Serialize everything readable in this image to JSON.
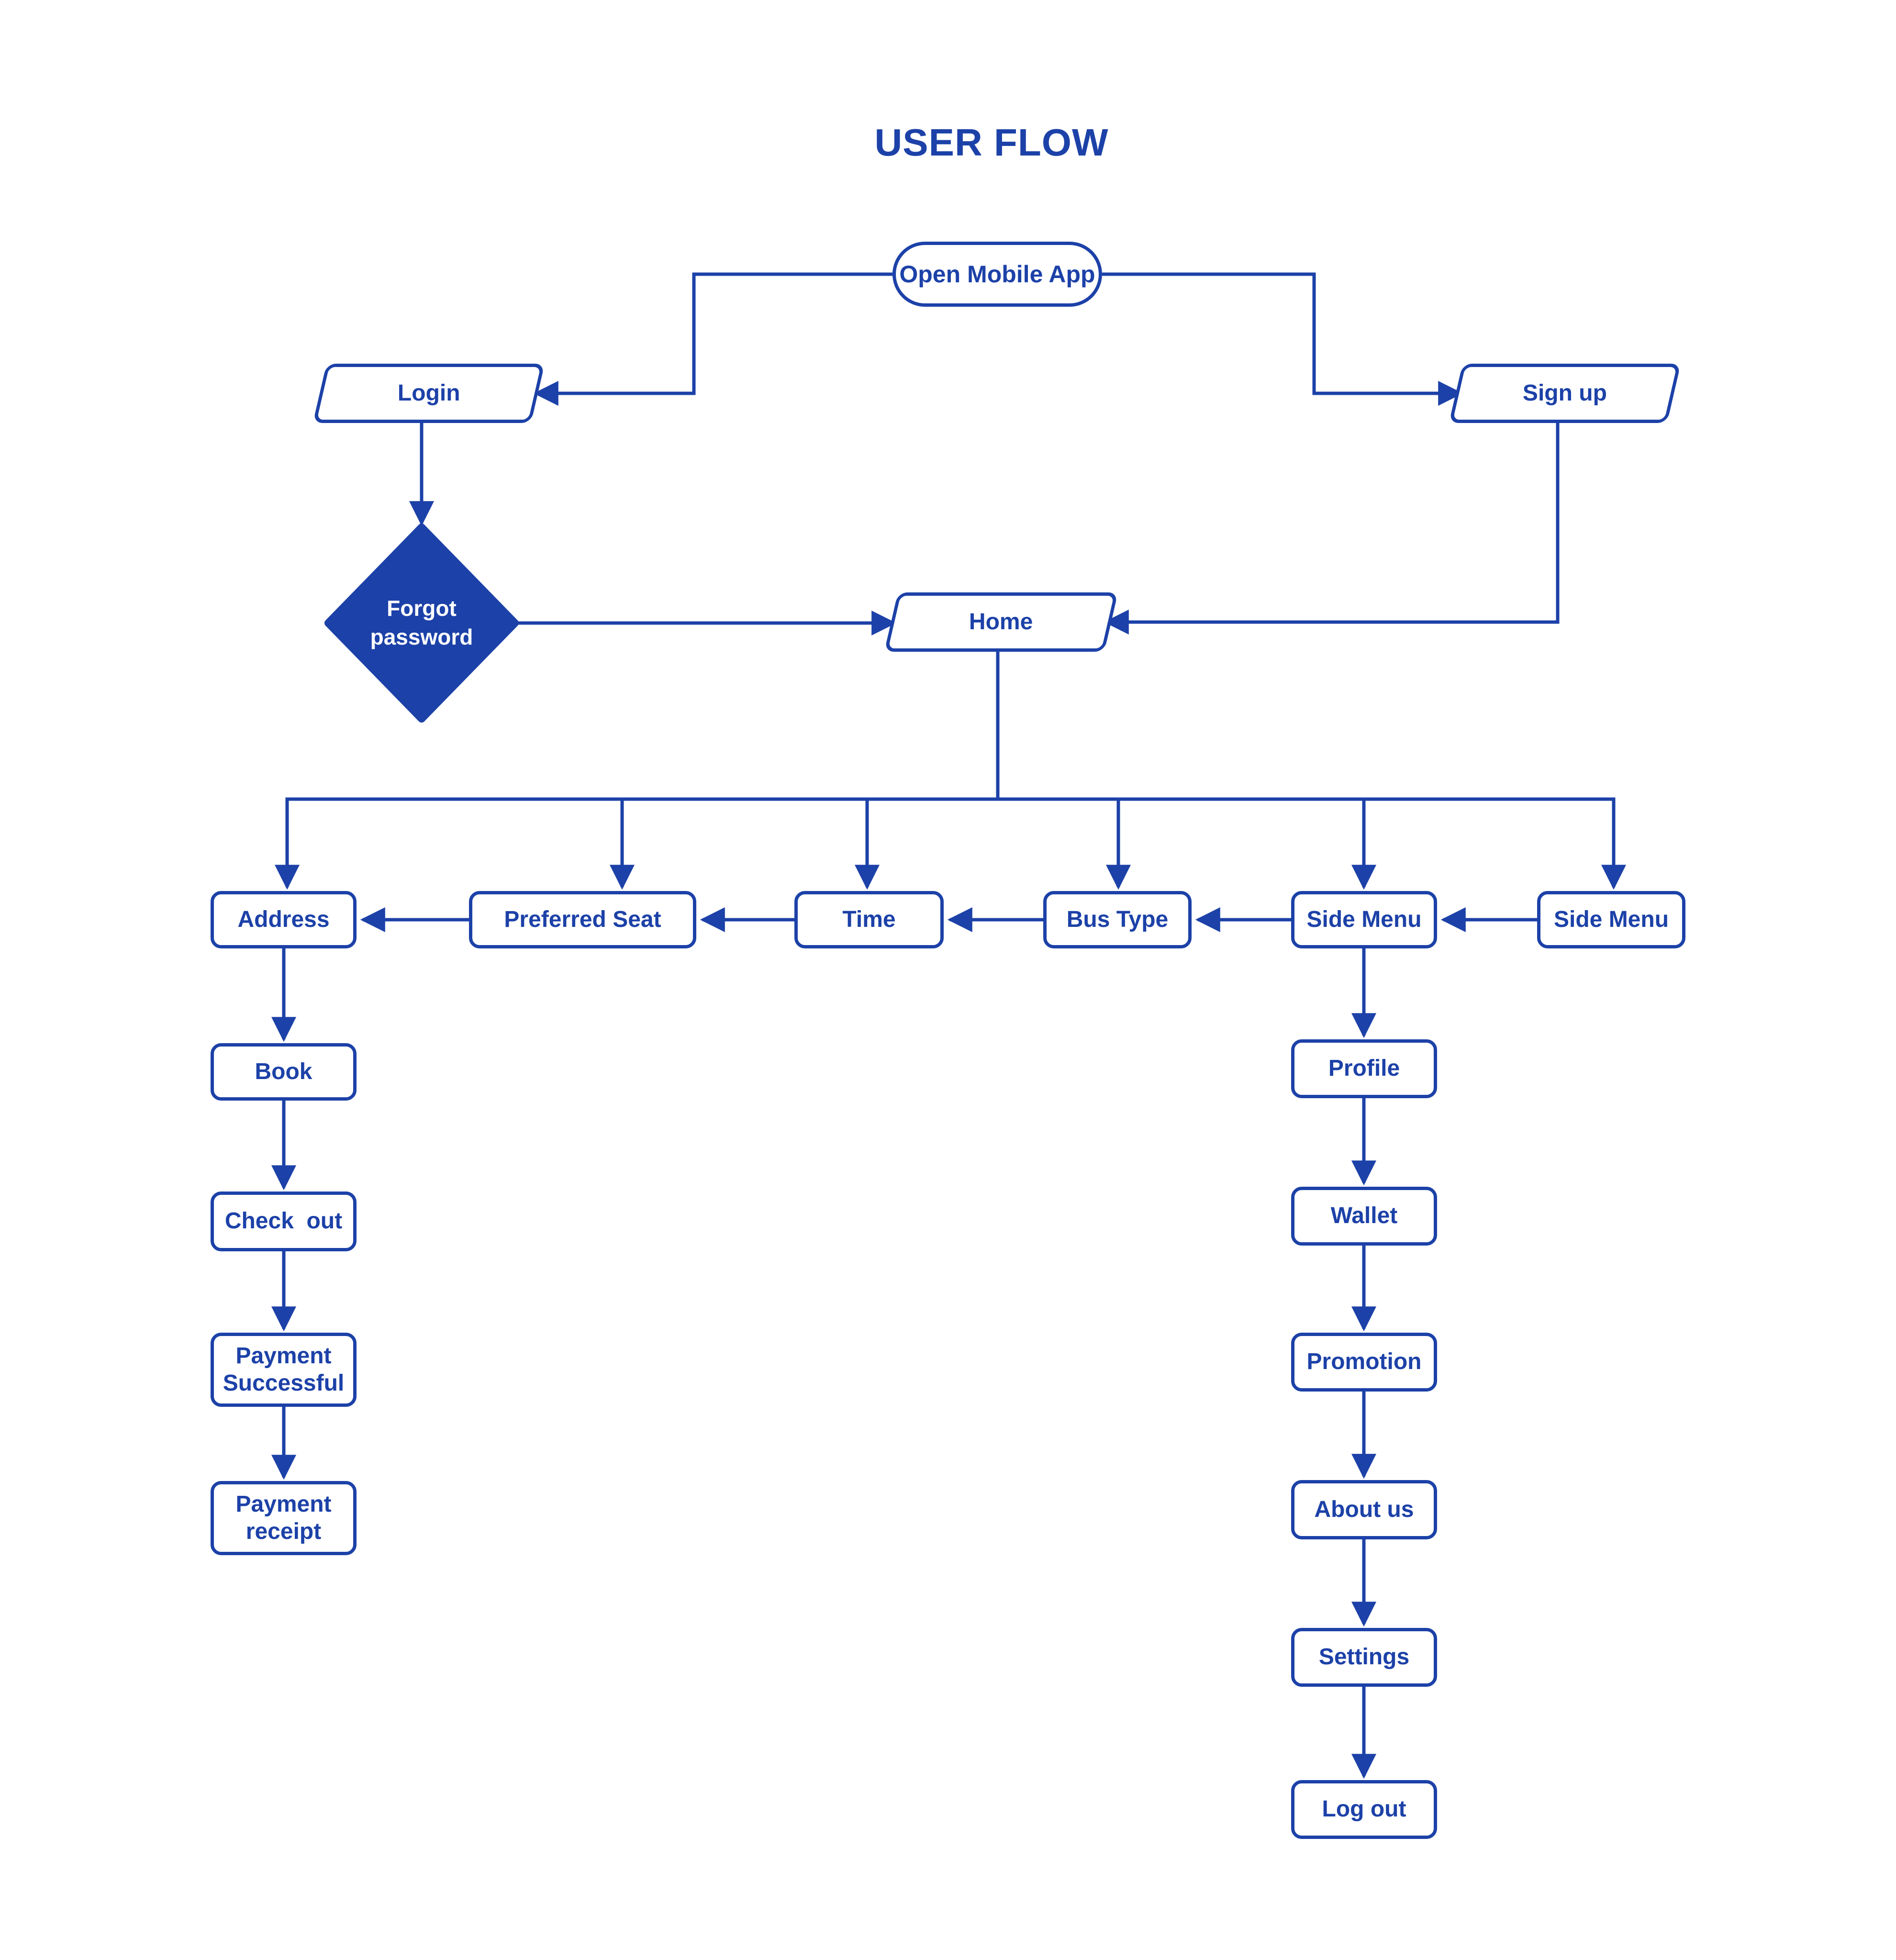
{
  "title": "USER FLOW",
  "colors": {
    "primary": "#1C41A8",
    "background": "#FFFFFF",
    "decision_fill": "#1C41A8",
    "decision_text": "#FFFFFF"
  },
  "nodes": {
    "open_app": {
      "label": "Open Mobile App",
      "shape": "pill"
    },
    "login": {
      "label": "Login",
      "shape": "parallelogram"
    },
    "signup": {
      "label": "Sign up",
      "shape": "parallelogram"
    },
    "forgot_password": {
      "label": "Forgot\npassword",
      "shape": "diamond"
    },
    "home": {
      "label": "Home",
      "shape": "parallelogram"
    },
    "address": {
      "label": "Address",
      "shape": "rect"
    },
    "preferred_seat": {
      "label": "Preferred Seat",
      "shape": "rect"
    },
    "time": {
      "label": "Time",
      "shape": "rect"
    },
    "bus_type": {
      "label": "Bus Type",
      "shape": "rect"
    },
    "side_menu_1": {
      "label": "Side Menu",
      "shape": "rect"
    },
    "side_menu_2": {
      "label": "Side Menu",
      "shape": "rect"
    },
    "book": {
      "label": "Book",
      "shape": "rect"
    },
    "check_out": {
      "label": "Check  out",
      "shape": "rect"
    },
    "payment_successful": {
      "label": "Payment\nSuccessful",
      "shape": "rect"
    },
    "payment_receipt": {
      "label": "Payment\nreceipt",
      "shape": "rect"
    },
    "profile": {
      "label": "Profile",
      "shape": "rect"
    },
    "wallet": {
      "label": "Wallet",
      "shape": "rect"
    },
    "promotion": {
      "label": "Promotion",
      "shape": "rect"
    },
    "about_us": {
      "label": "About us",
      "shape": "rect"
    },
    "settings": {
      "label": "Settings",
      "shape": "rect"
    },
    "log_out": {
      "label": "Log out",
      "shape": "rect"
    }
  },
  "edges": [
    {
      "from": "open_app",
      "to": "login"
    },
    {
      "from": "open_app",
      "to": "signup"
    },
    {
      "from": "login",
      "to": "forgot_password"
    },
    {
      "from": "forgot_password",
      "to": "home"
    },
    {
      "from": "signup",
      "to": "home"
    },
    {
      "from": "home",
      "to": "address"
    },
    {
      "from": "home",
      "to": "preferred_seat"
    },
    {
      "from": "home",
      "to": "time"
    },
    {
      "from": "home",
      "to": "bus_type"
    },
    {
      "from": "home",
      "to": "side_menu_1"
    },
    {
      "from": "home",
      "to": "side_menu_2"
    },
    {
      "from": "preferred_seat",
      "to": "address"
    },
    {
      "from": "time",
      "to": "preferred_seat"
    },
    {
      "from": "bus_type",
      "to": "time"
    },
    {
      "from": "side_menu_1",
      "to": "bus_type"
    },
    {
      "from": "side_menu_2",
      "to": "side_menu_1"
    },
    {
      "from": "address",
      "to": "book"
    },
    {
      "from": "book",
      "to": "check_out"
    },
    {
      "from": "check_out",
      "to": "payment_successful"
    },
    {
      "from": "payment_successful",
      "to": "payment_receipt"
    },
    {
      "from": "side_menu_1",
      "to": "profile"
    },
    {
      "from": "profile",
      "to": "wallet"
    },
    {
      "from": "wallet",
      "to": "promotion"
    },
    {
      "from": "promotion",
      "to": "about_us"
    },
    {
      "from": "about_us",
      "to": "settings"
    },
    {
      "from": "settings",
      "to": "log_out"
    }
  ]
}
